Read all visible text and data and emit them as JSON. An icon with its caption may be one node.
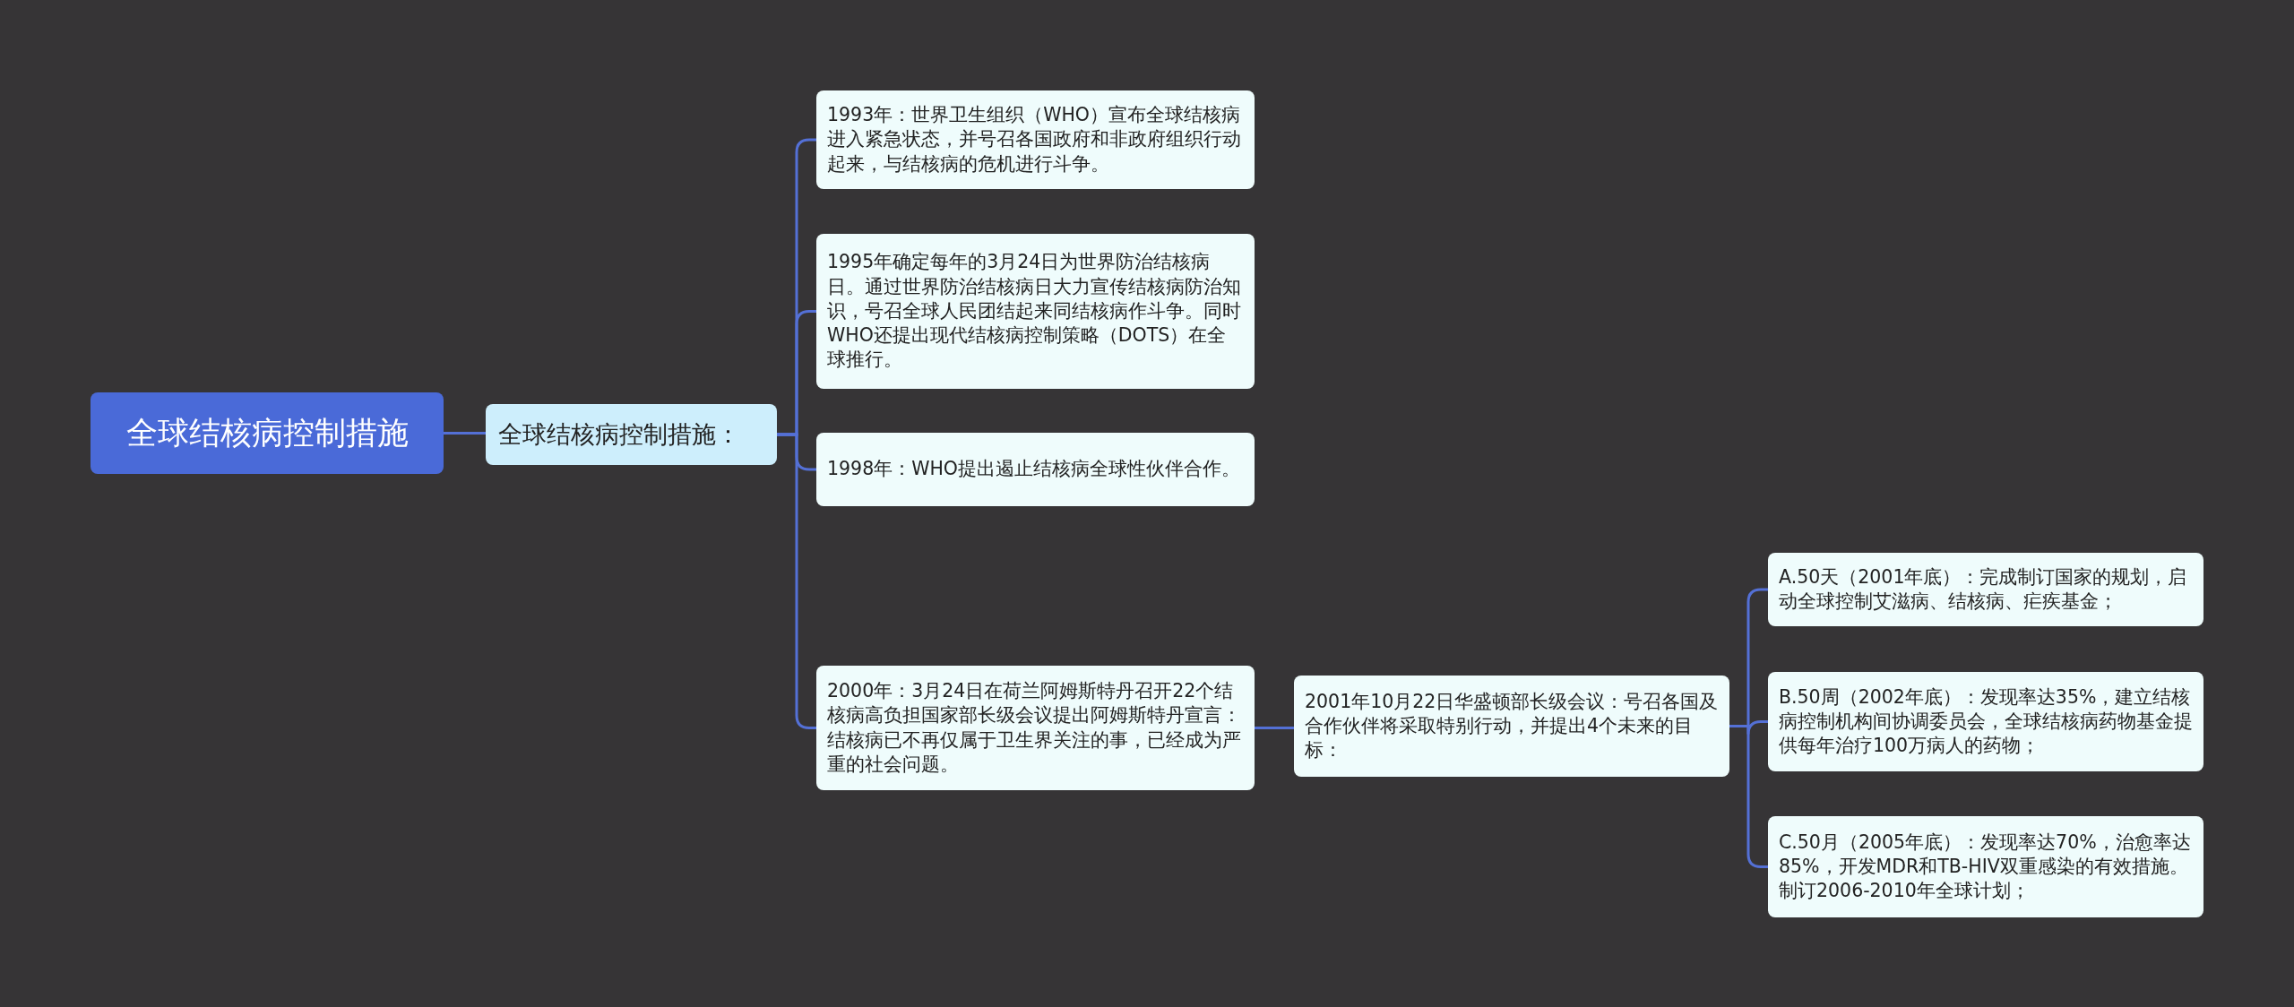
{
  "diagram": {
    "nodes": [
      {
        "text": [
          "全球结核病控制措施"
        ]
      },
      {
        "text": [
          "全球结核病控制措施："
        ]
      },
      {
        "text": [
          "1993年：世界卫生组织（WHO）宣布全球结核病进入紧急状态，并号召各国政府和非政府组织行动起来，与结核病的危机进行斗争。"
        ]
      },
      {
        "text": [
          "1995年确定每年的3月24日为世界防治结核病日。通过世界防治结核病日大力宣传结核病防治知识，号召全球人民团结起来同结核病作斗争。同时WHO还提出现代结核病控制策略（DOTS）在全球推行。"
        ]
      },
      {
        "text": [
          "1998年：WHO提出遏止结核病全球性伙伴合作。"
        ]
      },
      {
        "text": [
          "2000年：3月24日在荷兰阿姆斯特丹召开22个结核病高负担国家部长级会议提出阿姆斯特丹宣言：结核病已不再仅属于卫生界关注的事，已经成为严重的社会问题。"
        ]
      },
      {
        "text": [
          "2001年10月22日华盛顿部长级会议：号召各国及合作伙伴将采取特别行动，并提出4个未来的目标："
        ]
      },
      {
        "text": [
          "A.50天（2001年底）：完成制订国家的规划，启动全球控制艾滋病、结核病、疟疾基金；"
        ]
      },
      {
        "text": [
          "B.50周（2002年底）：发现率达35%，建立结核病控制机构间协调委员会，全球结核病药物基金提供每年治疗100万病人的药物；"
        ]
      },
      {
        "text": [
          "C.50月（2005年底）：发现率达70%，治愈率达85%，开发MDR和TB-HIV双重感染的有效措施。制订2006-2010年全球计划；"
        ]
      }
    ],
    "edges": [
      {
        "from": 0,
        "to": 1,
        "arrow": "none"
      },
      {
        "from": 1,
        "to": 2,
        "arrow": "none"
      },
      {
        "from": 1,
        "to": 3,
        "arrow": "none"
      },
      {
        "from": 1,
        "to": 4,
        "arrow": "none"
      },
      {
        "from": 1,
        "to": 5,
        "arrow": "none"
      },
      {
        "from": 5,
        "to": 6,
        "arrow": "none"
      },
      {
        "from": 6,
        "to": 7,
        "arrow": "none"
      },
      {
        "from": 6,
        "to": 8,
        "arrow": "none"
      },
      {
        "from": 6,
        "to": 9,
        "arrow": "none"
      }
    ]
  }
}
